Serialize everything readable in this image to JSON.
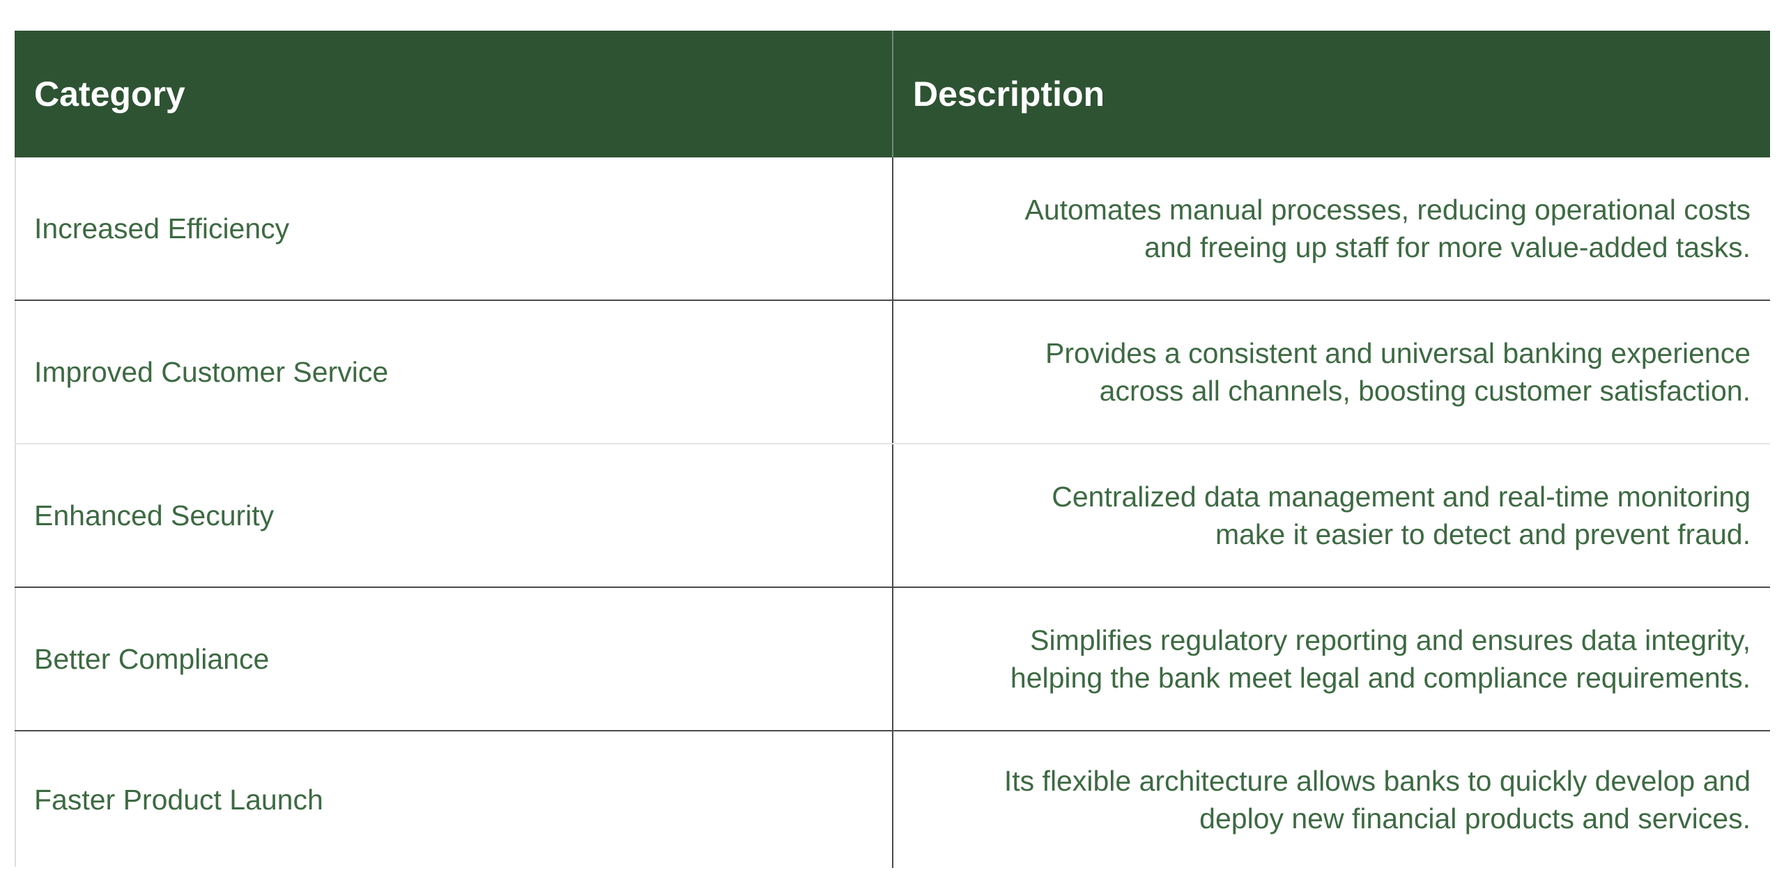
{
  "table": {
    "headers": [
      "Category",
      "Description"
    ],
    "rows": [
      {
        "category": "Increased Efficiency",
        "description_line1": "Automates manual processes, reducing operational costs",
        "description_line2": "and freeing up staff for more value-added tasks."
      },
      {
        "category": "Improved Customer Service",
        "description_line1": "Provides a consistent and universal banking experience",
        "description_line2": "across all channels, boosting customer satisfaction."
      },
      {
        "category": "Enhanced Security",
        "description_line1": "Centralized data management and real-time monitoring",
        "description_line2": "make it easier to detect and prevent fraud."
      },
      {
        "category": "Better Compliance",
        "description_line1": "Simplifies regulatory reporting and ensures data integrity,",
        "description_line2": "helping the bank meet legal and compliance requirements."
      },
      {
        "category": "Faster Product Launch",
        "description_line1": "Its flexible architecture allows banks to quickly develop and",
        "description_line2": "deploy new financial products and services."
      }
    ]
  },
  "colors": {
    "header_bg": "#2e5333",
    "header_text": "#ffffff",
    "body_text": "#3d6a42"
  }
}
